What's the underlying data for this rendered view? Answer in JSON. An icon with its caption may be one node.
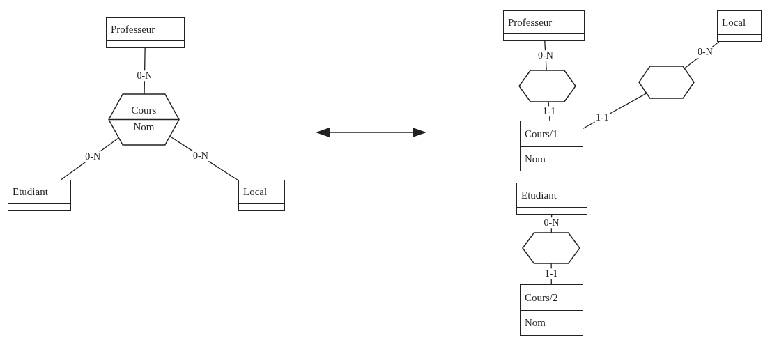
{
  "diagram": {
    "nodes": [
      {
        "text": [
          "Professeur"
        ]
      },
      {
        "text": [
          "Cours",
          "Nom"
        ]
      },
      {
        "text": [
          "Etudiant"
        ]
      },
      {
        "text": [
          "Local"
        ]
      },
      {
        "text": [
          "Professeur"
        ]
      },
      {
        "text": [],
        "shape": "hexagon"
      },
      {
        "text": [
          "Local"
        ]
      },
      {
        "text": [],
        "shape": "hexagon"
      },
      {
        "text": [
          "Cours/1",
          "Nom"
        ]
      },
      {
        "text": [
          "Etudiant"
        ]
      },
      {
        "text": [],
        "shape": "hexagon"
      },
      {
        "text": [
          "Cours/2",
          "Nom"
        ]
      }
    ],
    "edges": [
      {
        "from": 0,
        "to": 1,
        "arrow": "none",
        "label": "0-N"
      },
      {
        "from": 1,
        "to": 2,
        "arrow": "none",
        "label": "0-N"
      },
      {
        "from": 1,
        "to": 3,
        "arrow": "none",
        "label": "0-N"
      },
      {
        "from": 4,
        "to": 5,
        "arrow": "none",
        "label": "0-N"
      },
      {
        "from": 5,
        "to": 8,
        "arrow": "none",
        "label": "1-1"
      },
      {
        "from": 8,
        "to": 7,
        "arrow": "none",
        "label": "1-1"
      },
      {
        "from": 7,
        "to": 6,
        "arrow": "none",
        "label": "0-N"
      },
      {
        "from": 9,
        "to": 10,
        "arrow": "none",
        "label": "0-N"
      },
      {
        "from": 10,
        "to": 11,
        "arrow": "none",
        "label": "1-1"
      }
    ]
  }
}
